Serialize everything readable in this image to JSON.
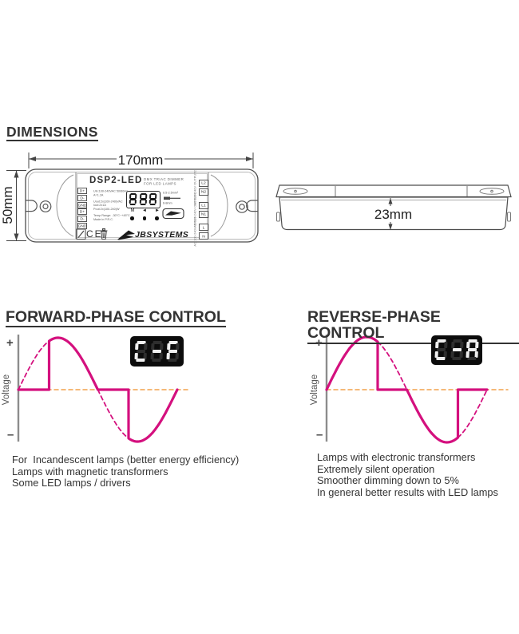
{
  "title": "DIMENSIONS",
  "front_view": {
    "width_label": "170mm",
    "height_label": "50mm"
  },
  "side_view": {
    "depth_label": "23mm"
  },
  "device": {
    "model": "DSP2-LED",
    "subtitle": [
      "DMX TRIAC DIMMER",
      "FOR LED LAMPS"
    ],
    "display_value": "888",
    "buttons": [
      "M",
      "◄",
      "►"
    ],
    "brand": "JBSYSTEMS",
    "ce_mark": "CE",
    "left_terminals": [
      "D+",
      "D-",
      "GND",
      "D+",
      "D-",
      "GND"
    ],
    "right_terminals": [
      "L2",
      "N2",
      "L1",
      "N1",
      "L",
      "N"
    ],
    "right_terminal_groups": [
      "AC 100-240V OUTPUT2",
      "AC 100-240V OUTPUT1",
      "AC 100-240V INPUT"
    ],
    "spec_lines": [
      "Uin:100-240VAC 50/60Hz",
      "A=1.2A",
      "Uout:2x(100-240)VAC",
      "Iout:2x1A",
      "Pout:2x(100-240)W",
      "Temp Range: -30°C~+45°C",
      "Made in P.R.C."
    ],
    "wire_spec_top": "0.5-2.5mm²",
    "wire_spec_bottom": "6-8mm"
  },
  "forward": {
    "title": "FORWARD-PHASE CONTROL",
    "display_value": "C-F",
    "plus": "+",
    "minus": "–",
    "ylabel": "Voltage",
    "notes": [
      "For  Incandescent lamps (better energy efficiency)",
      "Lamps with magnetic transformers",
      "Some LED lamps / drivers"
    ],
    "waveform": {
      "type": "line",
      "cut": "leading-edge",
      "firing_angle_deg": 70,
      "description": "AC sine, one full cycle; leading edge of each half-cycle removed (shown dashed), conduction from firing angle to zero crossing"
    }
  },
  "reverse": {
    "title": "REVERSE-PHASE CONTROL",
    "display_value": "C-A",
    "plus": "+",
    "minus": "–",
    "ylabel": "Voltage",
    "notes": [
      "Lamps with electronic transformers",
      "Extremely silent operation",
      "Smoother dimming down to 5%",
      "In general better results with LED lamps"
    ],
    "waveform": {
      "type": "line",
      "cut": "trailing-edge",
      "cutoff_angle_deg": 115,
      "description": "AC sine, one full cycle; trailing edge of each half-cycle removed (shown dashed), conduction from zero crossing to cutoff angle"
    }
  },
  "colors": {
    "waveform": "#d4107e",
    "zero_line": "#f2a24b",
    "axis": "#8c8c8c",
    "heading": "#333333",
    "line_art": "#4d4d4d"
  }
}
